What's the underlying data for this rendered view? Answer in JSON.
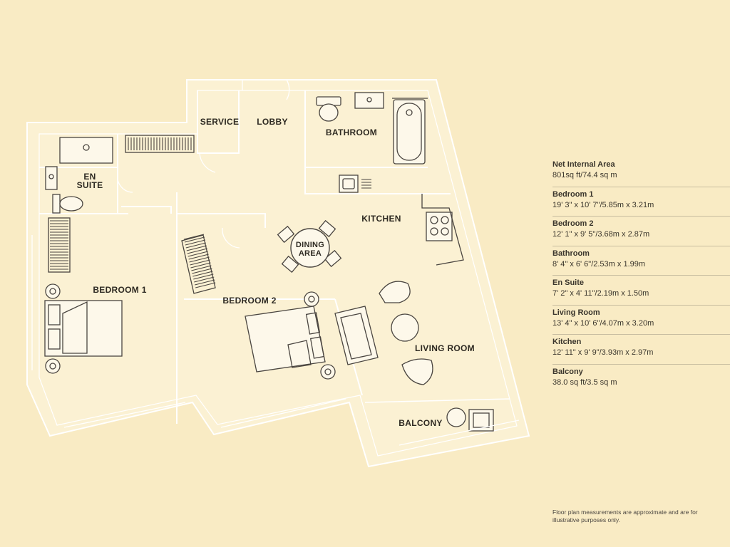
{
  "rooms": {
    "service": "SERVICE",
    "lobby": "LOBBY",
    "bathroom": "BATHROOM",
    "en_suite_line1": "EN",
    "en_suite_line2": "SUITE",
    "kitchen": "KITCHEN",
    "dining_line1": "DINING",
    "dining_line2": "AREA",
    "bedroom1": "BEDROOM 1",
    "bedroom2": "BEDROOM 2",
    "living_room": "LIVING ROOM",
    "balcony": "BALCONY"
  },
  "legend": [
    {
      "label": "Net Internal Area",
      "value": "801sq ft/74.4 sq m"
    },
    {
      "label": "Bedroom 1",
      "value": "19' 3\" x 10' 7\"/5.85m x 3.21m"
    },
    {
      "label": "Bedroom 2",
      "value": "12' 1\" x 9' 5\"/3.68m x 2.87m"
    },
    {
      "label": "Bathroom",
      "value": "8' 4\" x 6' 6\"/2.53m x 1.99m"
    },
    {
      "label": "En Suite",
      "value": "7' 2\" x 4' 11\"/2.19m x 1.50m"
    },
    {
      "label": "Living Room",
      "value": "13' 4\" x 10' 6\"/4.07m x 3.20m"
    },
    {
      "label": "Kitchen",
      "value": "12' 11\" x 9' 9\"/3.93m x 2.97m"
    },
    {
      "label": "Balcony",
      "value": "38.0 sq ft/3.5 sq m"
    }
  ],
  "footnote": "Floor plan measurements are approximate and are for illustrative purposes only."
}
